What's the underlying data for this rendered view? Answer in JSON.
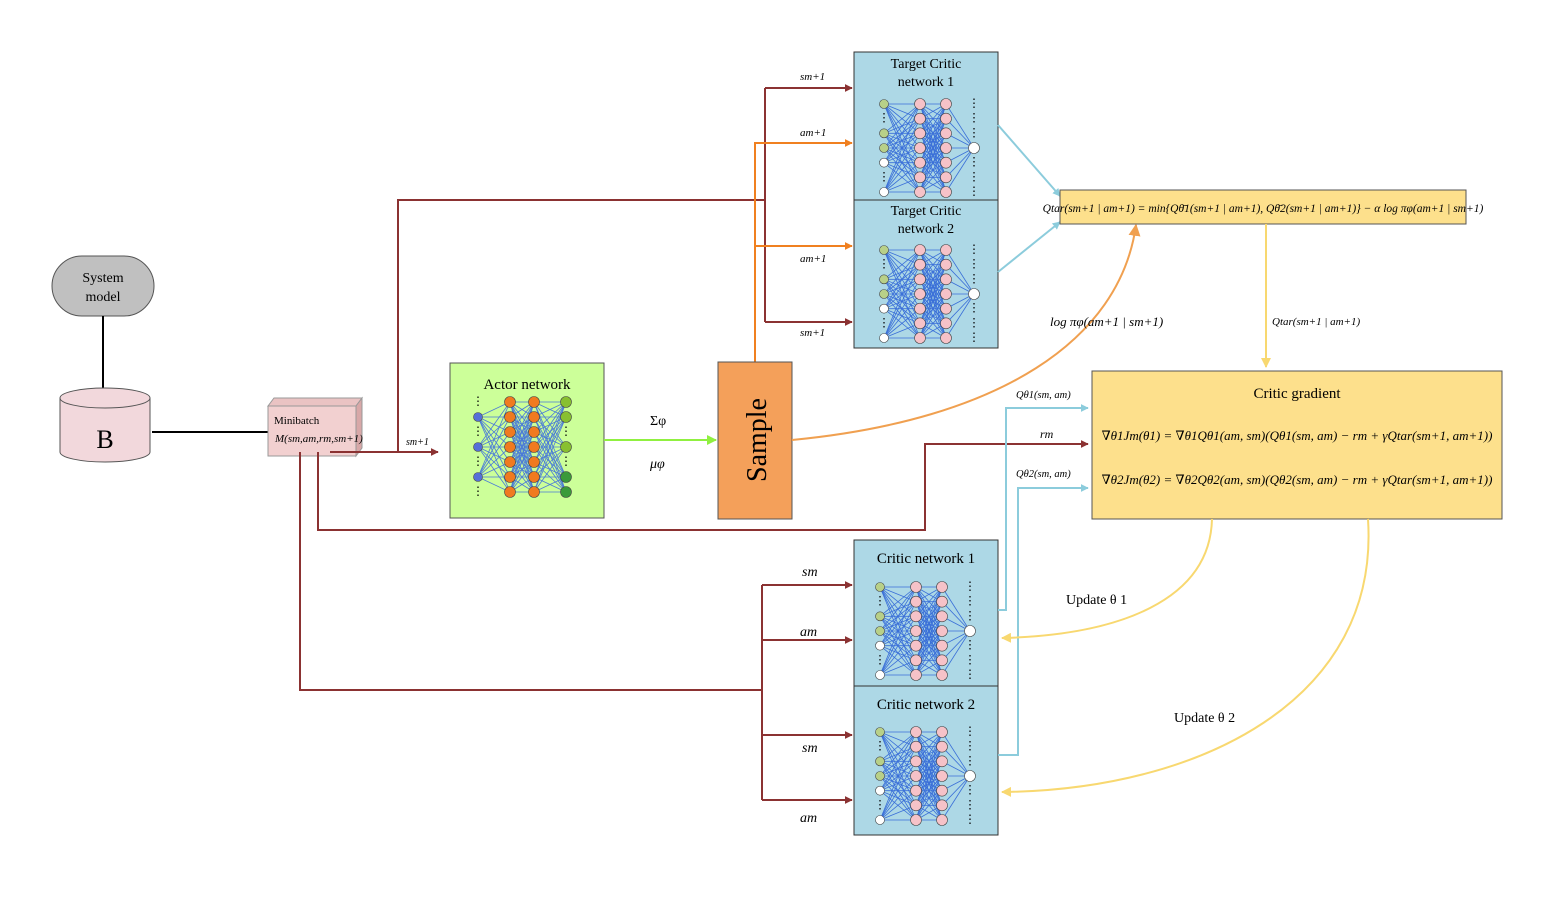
{
  "system_model": {
    "line1": "System",
    "line2": "model"
  },
  "buffer": {
    "label": "B"
  },
  "minibatch": {
    "title": "Minibatch",
    "tuple": "M(sm,am,rm,sm+1)"
  },
  "actor": {
    "title": "Actor network"
  },
  "sample": {
    "label": "Sample"
  },
  "sigma_label": "Σφ",
  "mu_label": "μφ",
  "target_critic_1": {
    "line1": "Target Critic",
    "line2": "network 1"
  },
  "target_critic_2": {
    "line1": "Target Critic",
    "line2": "network 2"
  },
  "critic_1": {
    "title": "Critic network 1"
  },
  "critic_2": {
    "title": "Critic network 2"
  },
  "q_target_formula": "Qtar(sm+1 | am+1) = min{Qθ̄1(sm+1 | am+1), Qθ̄2(sm+1 | am+1)} − α log πφ(am+1 | sm+1)",
  "critic_gradient": {
    "title": "Critic gradient",
    "eq1": "∇θ1Jm(θ1) = ∇θ1Qθ1(am, sm)(Qθ1(sm, am) − rm + γQtar(sm+1, am+1))",
    "eq2": "∇θ2Jm(θ2) = ∇θ2Qθ2(am, sm)(Qθ2(sm, am) − rm + γQtar(sm+1, am+1))"
  },
  "labels": {
    "s_next": "sm+1",
    "a_next": "am+1",
    "s_m": "sm",
    "a_m": "am",
    "r_m": "rm",
    "log_pi": "log πφ(am+1 | sm+1)",
    "q_tar": "Qtar(sm+1 | am+1)",
    "q_theta1": "Qθ1(sm, am)",
    "q_theta2": "Qθ2(sm, am)",
    "update1": "Update θ 1",
    "update2": "Update θ 2"
  },
  "colors": {
    "dark_red": "#8B3232",
    "orange": "#F08020",
    "light_blue": "#8CCCDC",
    "yellow": "#F8D870",
    "green": "#90F040",
    "panel_blue": "#ADD8E6",
    "panel_green": "#CCFF99",
    "formula_bg": "#FDE08C",
    "sample_bg": "#F4A05A"
  }
}
